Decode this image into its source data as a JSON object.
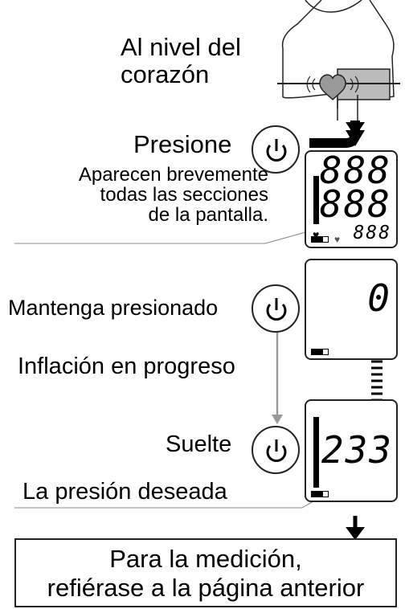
{
  "steps": {
    "heart_level": {
      "line1": "Al nivel del",
      "line2": "corazón"
    },
    "press": "Presione",
    "all_segments": {
      "line1": "Aparecen brevemente",
      "line2": "todas las secciones",
      "line3": "de la pantalla."
    },
    "hold": "Mantenga presionado",
    "inflation": "Inflación en progreso",
    "release": "Suelte",
    "desired_pressure": "La presión deseada"
  },
  "displays": {
    "test_top": "888",
    "test_mid": "888",
    "test_small": "888",
    "inflate_value": "0",
    "target_value": "233"
  },
  "footer": {
    "line1": "Para la medición,",
    "line2": "refiérase a la página anterior"
  },
  "icons": {
    "power": "power-icon",
    "heart": "heart-icon",
    "battery": "battery-icon"
  }
}
